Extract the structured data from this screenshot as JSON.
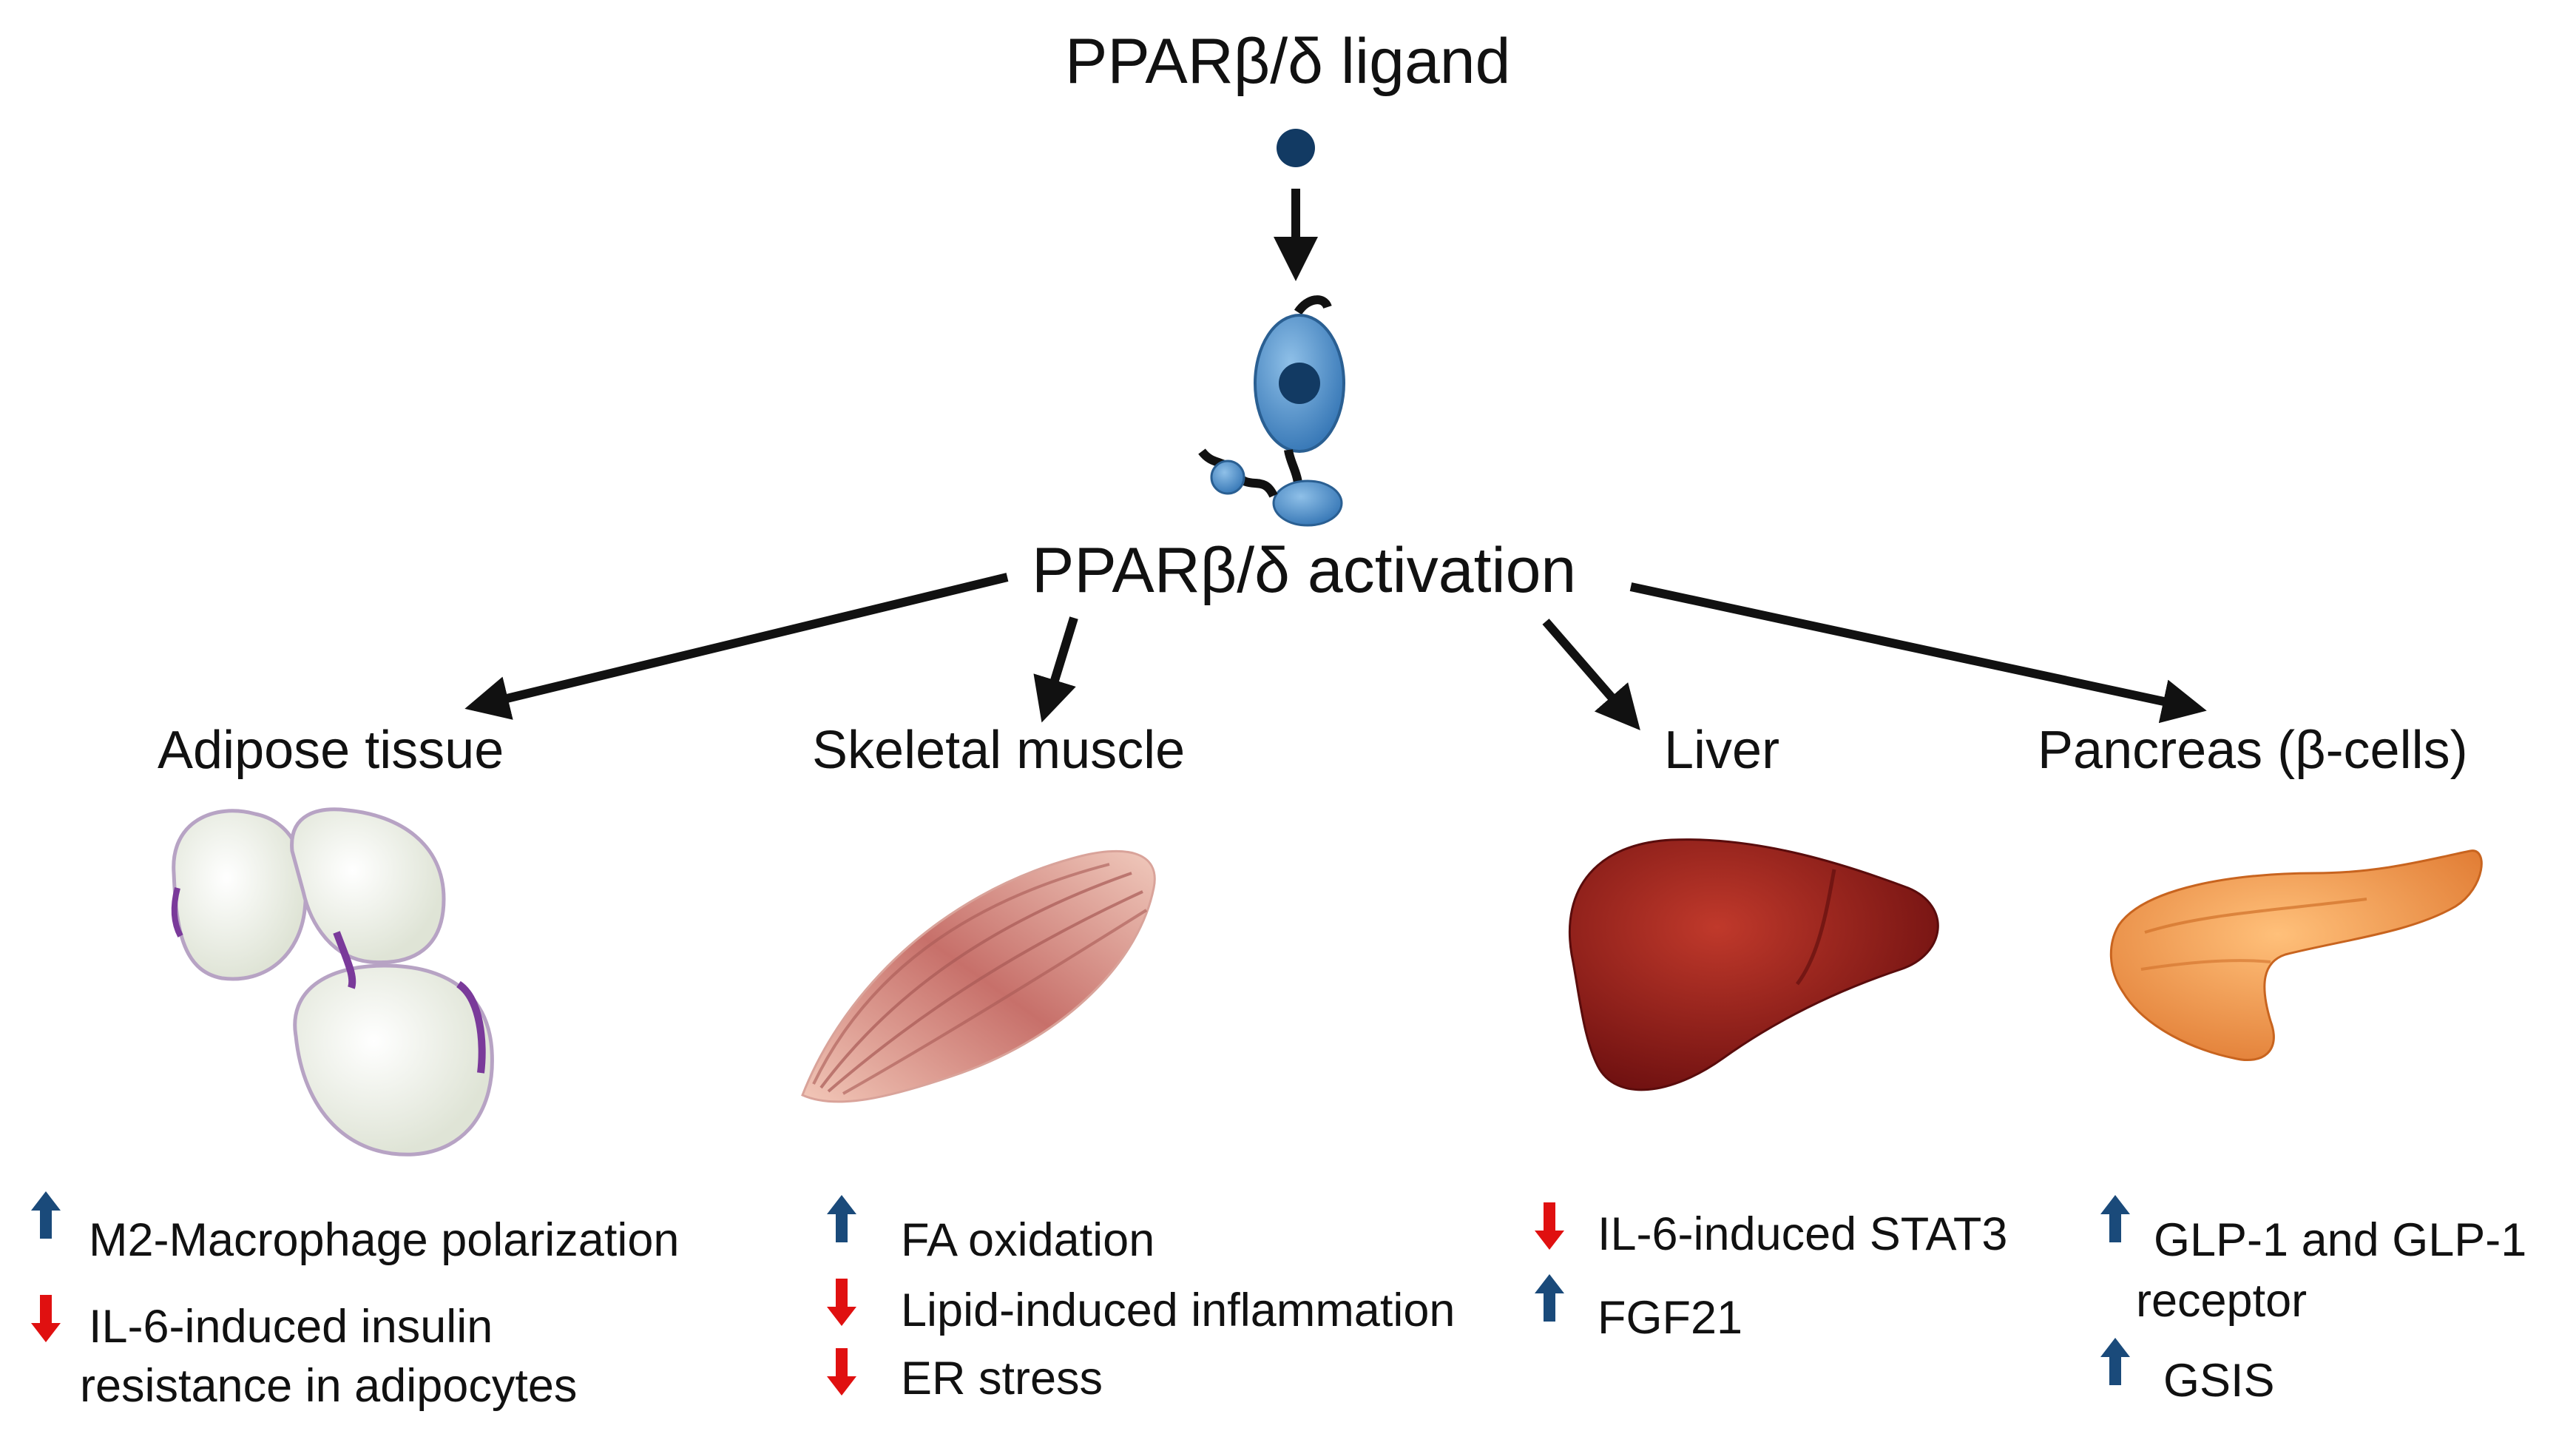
{
  "title": "PPARβ/δ ligand",
  "activation_label": "PPARβ/δ activation",
  "colors": {
    "up_arrow": "#1a4a7a",
    "down_arrow": "#e01010"
  },
  "organs": [
    {
      "name": "Adipose tissue",
      "effects": [
        {
          "direction": "up",
          "text": "M2-Macrophage polarization"
        },
        {
          "direction": "down",
          "text": "IL-6-induced insulin",
          "text_cont": "resistance in adipocytes"
        }
      ]
    },
    {
      "name": "Skeletal muscle",
      "effects": [
        {
          "direction": "up",
          "text": "FA oxidation"
        },
        {
          "direction": "down",
          "text": "Lipid-induced inflammation"
        },
        {
          "direction": "down",
          "text": "ER stress"
        }
      ]
    },
    {
      "name": "Liver",
      "effects": [
        {
          "direction": "down",
          "text": "IL-6-induced STAT3"
        },
        {
          "direction": "up",
          "text": "FGF21"
        }
      ]
    },
    {
      "name": "Pancreas (β-cells)",
      "effects": [
        {
          "direction": "up",
          "text": "GLP-1 and GLP-1",
          "text_cont": "receptor"
        },
        {
          "direction": "up",
          "text": "GSIS"
        }
      ]
    }
  ]
}
